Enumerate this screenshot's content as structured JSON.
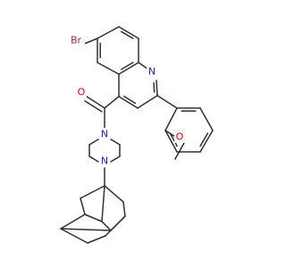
{
  "structure": {
    "atom_labels": [
      {
        "id": "br",
        "text": "Br",
        "color": "#a52a2a"
      },
      {
        "id": "n-quinoline",
        "text": "N",
        "color": "#1f1fcc"
      },
      {
        "id": "o-carbonyl",
        "text": "O",
        "color": "#e00000"
      },
      {
        "id": "o-methoxy",
        "text": "O",
        "color": "#e00000"
      },
      {
        "id": "n-piperazine-1",
        "text": "N",
        "color": "#1f1fcc"
      },
      {
        "id": "n-piperazine-2",
        "text": "N",
        "color": "#1f1fcc"
      }
    ],
    "bond_color": "#303030"
  }
}
